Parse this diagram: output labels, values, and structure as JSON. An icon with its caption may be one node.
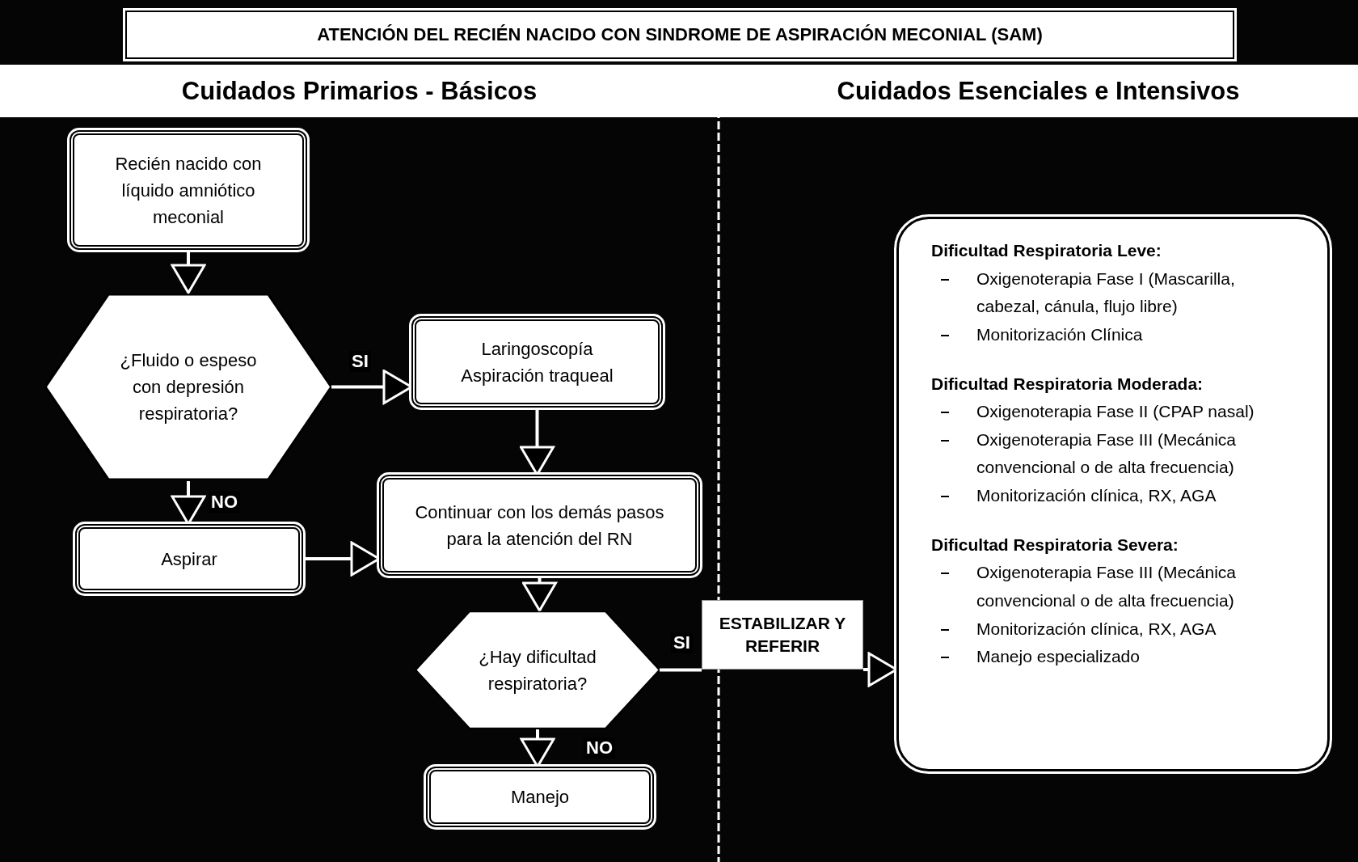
{
  "diagram": {
    "title": "ATENCIÓN DEL RECIÉN NACIDO CON SINDROME DE ASPIRACIÓN MECONIAL (SAM)",
    "nodes": [
      {
        "text": [
          "Recién nacido con líquido amniótico meconial"
        ]
      },
      {
        "text": [
          "¿Fluido o espeso con depresión respiratoria?"
        ]
      },
      {
        "text": [
          "Laringoscopía",
          "Aspiración traqueal"
        ]
      },
      {
        "text": [
          "Continuar con los demás pasos para la atención del RN"
        ]
      },
      {
        "text": [
          "Aspirar"
        ]
      },
      {
        "text": [
          "¿Hay dificultad respiratoria?"
        ]
      },
      {
        "text": [
          "Manejo"
        ]
      },
      {
        "text": [
          "ESTABILIZAR Y REFERIR"
        ]
      },
      {
        "text": [
          "Dificultad Respiratoria Leve:",
          "Oxigenoterapia Fase I (Mascarilla, cabezal, cánula, flujo libre)",
          "Monitorización Clínica",
          "Dificultad Respiratoria Moderada:",
          "Oxigenoterapia Fase II (CPAP nasal)",
          "Oxigenoterapia Fase III (Mecánica convencional o de alta frecuencia)",
          "Monitorización clínica, RX, AGA",
          "Dificultad Respiratoria Severa:",
          "Oxigenoterapia Fase III (Mecánica convencional o de alta frecuencia)",
          "Monitorización clínica, RX, AGA",
          "Manejo especializado"
        ]
      }
    ],
    "edges": [
      {
        "from": 0,
        "to": 1,
        "arrow": "to"
      },
      {
        "from": 1,
        "to": 2,
        "arrow": "to",
        "label": "SI"
      },
      {
        "from": 1,
        "to": 4,
        "arrow": "to",
        "label": "NO"
      },
      {
        "from": 2,
        "to": 3,
        "arrow": "to"
      },
      {
        "from": 4,
        "to": 3,
        "arrow": "to"
      },
      {
        "from": 3,
        "to": 5,
        "arrow": "to"
      },
      {
        "from": 5,
        "to": 6,
        "arrow": "to",
        "label": "NO"
      },
      {
        "from": 5,
        "to": 7,
        "arrow": "none",
        "label": "SI"
      },
      {
        "from": 7,
        "to": 8,
        "arrow": "to"
      }
    ],
    "labels": [
      "Cuidados Primarios - Básicos",
      "Cuidados Esenciales e Intensivos"
    ]
  }
}
